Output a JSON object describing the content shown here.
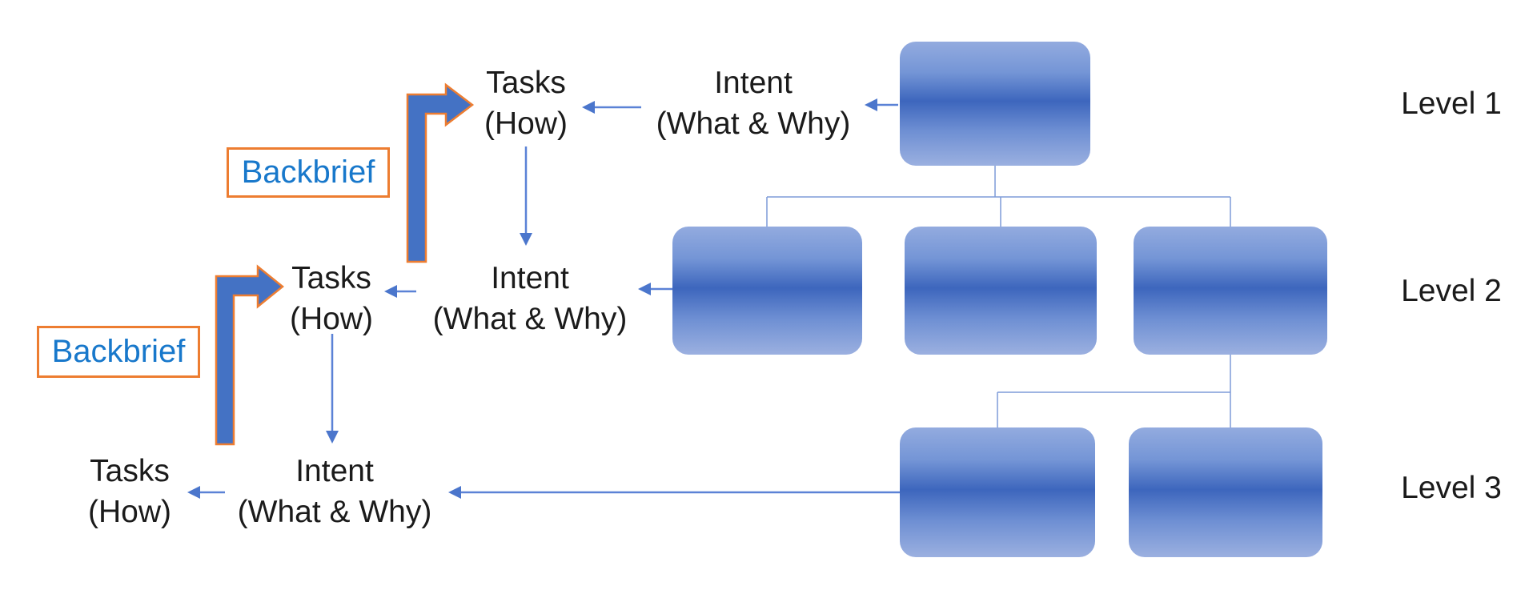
{
  "diagram": {
    "node_labels": {
      "tasks": [
        "Tasks",
        "(How)"
      ],
      "intent": [
        "Intent",
        "(What & Why)"
      ]
    },
    "backbrief": "Backbrief",
    "levels": [
      "Level 1",
      "Level 2",
      "Level 3"
    ],
    "colors": {
      "elbow_arrow_fill": "#4472C4",
      "elbow_arrow_outline": "#ED7D31",
      "backbrief_border": "#ED7D31",
      "backbrief_text": "#1878CB",
      "thin_arrow": "#5B82D6",
      "arrowhead": "#4B76CC",
      "org_connector": "#7E9CD8",
      "body_text": "#1B1B1B",
      "node_gradient_top": "#93ABDF",
      "node_gradient_middle": "#3D66BD",
      "node_gradient_bottom": "#9BB0E0"
    }
  }
}
